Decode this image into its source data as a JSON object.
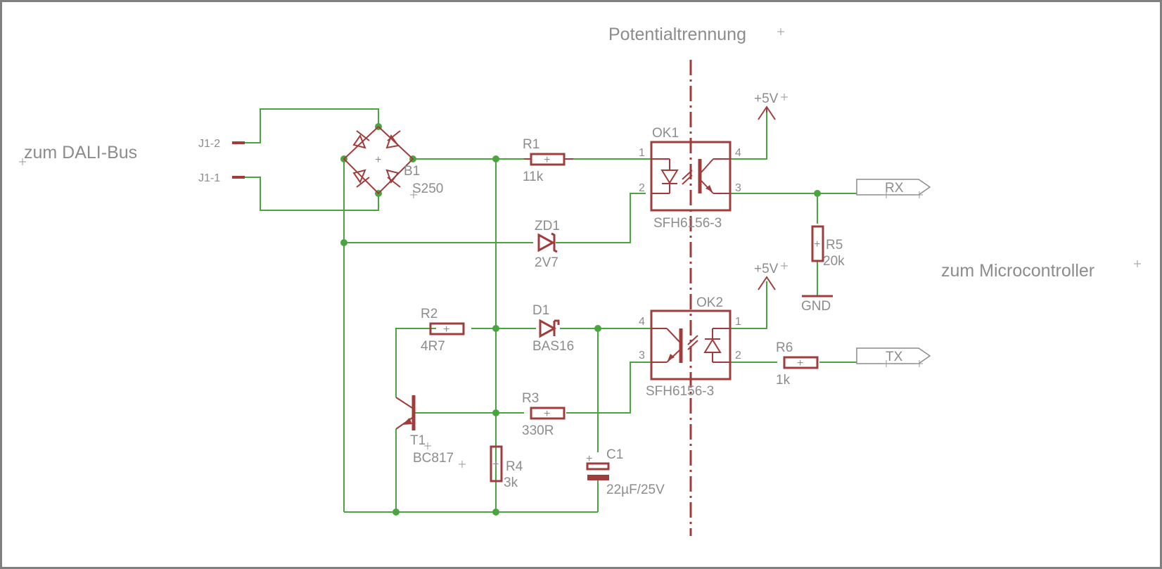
{
  "labels": {
    "title_isolation": "Potentialtrennung",
    "left_side": "zum DALI-Bus",
    "right_side": "zum Microcontroller"
  },
  "connectors": {
    "j1_2": "J1-2",
    "j1_1": "J1-1"
  },
  "bridge": {
    "name": "B1",
    "value": "S250"
  },
  "r1": {
    "name": "R1",
    "value": "11k"
  },
  "r2": {
    "name": "R2",
    "value": "4R7"
  },
  "r3": {
    "name": "R3",
    "value": "330R"
  },
  "r4": {
    "name": "R4",
    "value": "3k"
  },
  "r5": {
    "name": "R5",
    "value": "20k"
  },
  "r6": {
    "name": "R6",
    "value": "1k"
  },
  "zd1": {
    "name": "ZD1",
    "value": "2V7"
  },
  "d1": {
    "name": "D1",
    "value": "BAS16"
  },
  "t1": {
    "name": "T1",
    "value": "BC817"
  },
  "c1": {
    "name": "C1",
    "value": "22µF/25V"
  },
  "ok1": {
    "name": "OK1",
    "value": "SFH6156-3",
    "pin1": "1",
    "pin2": "2",
    "pin3": "3",
    "pin4": "4"
  },
  "ok2": {
    "name": "OK2",
    "value": "SFH6156-3",
    "pin1": "1",
    "pin2": "2",
    "pin3": "3",
    "pin4": "4"
  },
  "supply": {
    "vcc_top": "+5V",
    "vcc_bottom": "+5V",
    "gnd": "GND"
  },
  "ports": {
    "rx": "RX",
    "tx": "TX"
  },
  "colors": {
    "wire": "#4aa541",
    "symbol": "#a03c3c",
    "text": "#8c8c8c",
    "frame": "#808080"
  }
}
